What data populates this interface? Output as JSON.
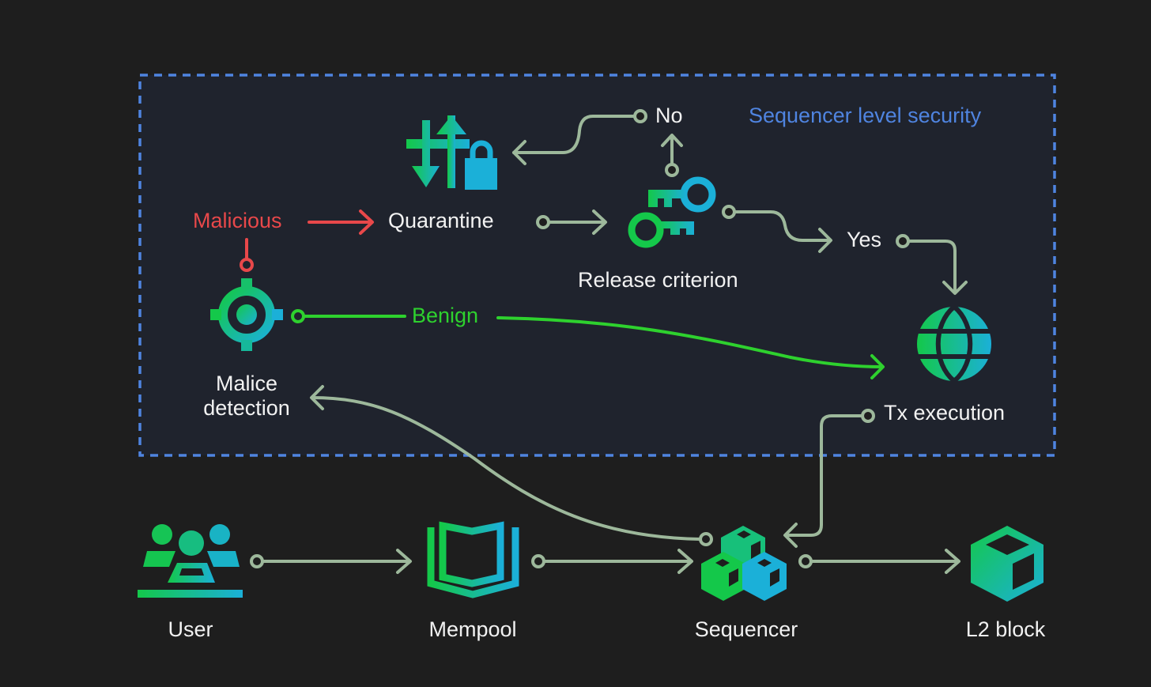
{
  "region": {
    "title": "Sequencer level security",
    "border_color": "#4f84e0",
    "fill_color": "#1f232d"
  },
  "colors": {
    "background": "#1e1e1e",
    "connector": "#9db89b",
    "malicious": "#e8484a",
    "benign": "#2ed12e",
    "icon_gradient_start": "#14c84a",
    "icon_gradient_end": "#1bb0d8",
    "text": "#f2f2f2"
  },
  "nodes": {
    "user": {
      "label": "User",
      "icon": "users-group-icon"
    },
    "mempool": {
      "label": "Mempool",
      "icon": "open-book-icon"
    },
    "sequencer": {
      "label": "Sequencer",
      "icon": "stacked-cubes-icon"
    },
    "l2_block": {
      "label": "L2 block",
      "icon": "cube-icon"
    },
    "malice_detection": {
      "label_line1": "Malice",
      "label_line2": "detection",
      "icon": "crosshair-target-icon"
    },
    "quarantine": {
      "label": "Quarantine",
      "icon": "transfer-lock-icon"
    },
    "release_criterion": {
      "label": "Release criterion",
      "icon": "keys-icon"
    },
    "tx_execution": {
      "label": "Tx execution",
      "icon": "globe-icon"
    }
  },
  "edge_labels": {
    "malicious": "Malicious",
    "benign": "Benign",
    "yes": "Yes",
    "no": "No"
  },
  "edges": [
    {
      "from": "User",
      "to": "Mempool"
    },
    {
      "from": "Mempool",
      "to": "Sequencer"
    },
    {
      "from": "Sequencer",
      "to": "L2 block"
    },
    {
      "from": "Sequencer",
      "to": "Malice detection"
    },
    {
      "from": "Malice detection",
      "to": "Quarantine",
      "label": "Malicious"
    },
    {
      "from": "Malice detection",
      "to": "Tx execution",
      "label": "Benign"
    },
    {
      "from": "Quarantine",
      "to": "Release criterion"
    },
    {
      "from": "Release criterion",
      "to": "Tx execution",
      "label": "Yes"
    },
    {
      "from": "Release criterion",
      "to": "Quarantine",
      "label": "No"
    },
    {
      "from": "Tx execution",
      "to": "Sequencer"
    }
  ]
}
